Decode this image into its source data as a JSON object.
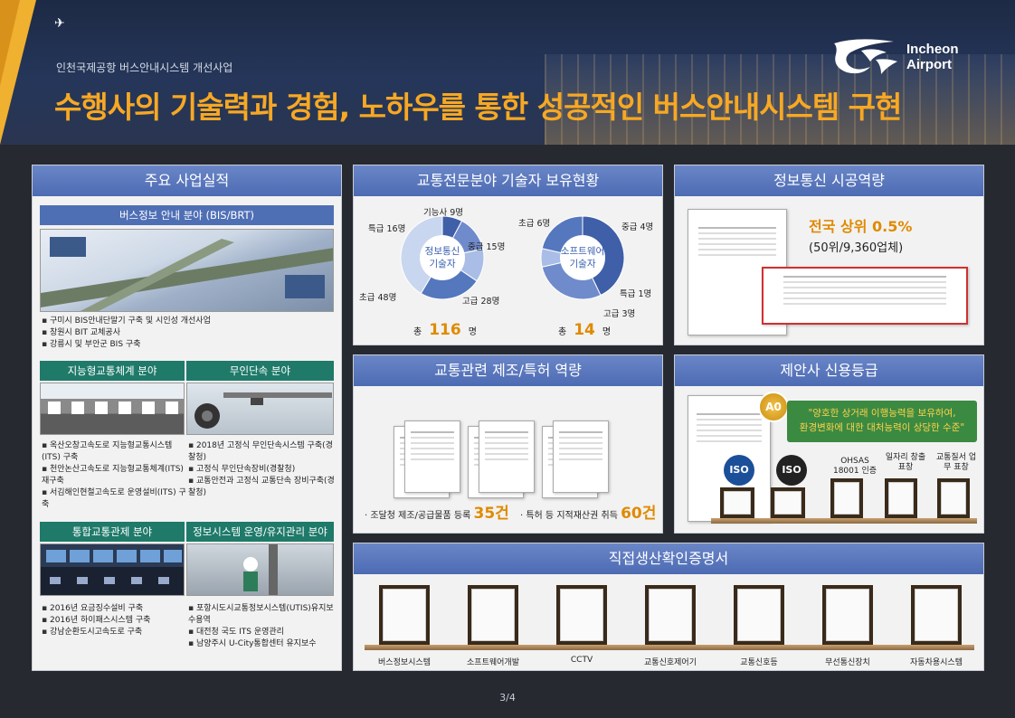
{
  "header": {
    "subtitle": "인천국제공항 버스안내시스템 개선사업",
    "title": "수행사의 기술력과 경험, 노하우를 통한 성공적인 버스안내시스템 구현",
    "logo_line1": "Incheon",
    "logo_line2": "Airport"
  },
  "major_results": {
    "heading": "주요 사업실적",
    "bis": {
      "label": "버스정보 안내 분야 (BIS/BRT)",
      "items": [
        "구미시 BIS안내단말기 구축 및 시인성 개선사업",
        "창원시 BIT 교체공사",
        "강릉시 및 부안군 BIS 구축"
      ]
    },
    "its": {
      "label": "지능형교통체계 분야",
      "items": [
        "옥산오창고속도로 지능형교통시스템(ITS) 구축",
        "천안논산고속도로 지능형교통체계(ITS) 재구축",
        "서김해인현철고속도로 운영설비(ITS) 구축"
      ]
    },
    "enforcement": {
      "label": "무인단속 분야",
      "items": [
        "2018년 고정식 무인단속시스템 구축(경찰청)",
        "고정식 무인단속장비(경찰청)",
        "교통안전과 고정식 교통단속 장비구축(경찰청)"
      ]
    },
    "traffic_control": {
      "label": "통합교통관제 분야",
      "items": [
        "2016년 요금징수설비 구축",
        "2016년 하이패스시스템 구축",
        "강남순환도시고속도로 구축"
      ]
    },
    "maintenance": {
      "label": "정보시스템 운영/유지관리 분야",
      "items": [
        "포항시도시교통정보시스템(UTIS)유지보수용역",
        "대전청 국도 ITS 운영관리",
        "남양주시 U-City통합센터 유지보수"
      ]
    }
  },
  "engineers": {
    "heading": "교통전문분야 기술자 보유현황",
    "left": {
      "center": "정보통신 기술자",
      "labels": [
        "기능사 9명",
        "특급 16명",
        "중급 15명",
        "초급 48명",
        "고급 28명"
      ],
      "total_prefix": "총",
      "total": "116",
      "total_suffix": "명",
      "chart_data": {
        "type": "pie",
        "categories": [
          "기능사",
          "특급",
          "중급",
          "고급",
          "초급"
        ],
        "values": [
          9,
          16,
          15,
          28,
          48
        ]
      }
    },
    "right": {
      "center": "소프트웨어 기술자",
      "labels": [
        "초급 6명",
        "중급 4명",
        "특급 1명",
        "고급 3명"
      ],
      "total_prefix": "총",
      "total": "14",
      "total_suffix": "명",
      "chart_data": {
        "type": "pie",
        "categories": [
          "초급",
          "중급",
          "특급",
          "고급"
        ],
        "values": [
          6,
          4,
          1,
          3
        ]
      }
    }
  },
  "ict": {
    "heading": "정보통신 시공역량",
    "rank": "전국 상위 0.5%",
    "detail": "(50위/9,360업체)"
  },
  "manufacturing": {
    "heading": "교통관련 제조/특허 역량",
    "note1_prefix": "· 조달청 제조/공급물품 등록",
    "note1_value": "35건",
    "note2_prefix": "· 특허 등 지적재산권 취득",
    "note2_value": "60건"
  },
  "credit": {
    "heading": "제안사 신용등급",
    "grade": "A0",
    "quote_line1": "\"양호한 상거래 이행능력을 보유하여,",
    "quote_line2": "환경변화에 대한 대처능력이 상당한 수준\"",
    "badges": [
      "ISO",
      "ISO"
    ],
    "certs": [
      "OHSAS 18001 인증",
      "일자리 창출 표창",
      "교통질서 업무 표창"
    ]
  },
  "direct_production": {
    "heading": "직접생산확인증명서",
    "items": [
      "버스정보시스템",
      "소프트웨어개발",
      "CCTV",
      "교통신호제어기",
      "교통신호등",
      "무선통신장치",
      "자동차용시스템"
    ]
  },
  "page": "3/4",
  "colors": {
    "accent": "#f7a823",
    "panel_header": "#4d6bb3",
    "donut_dark": "#3f5fa8",
    "donut_light": "#a9bde6"
  }
}
